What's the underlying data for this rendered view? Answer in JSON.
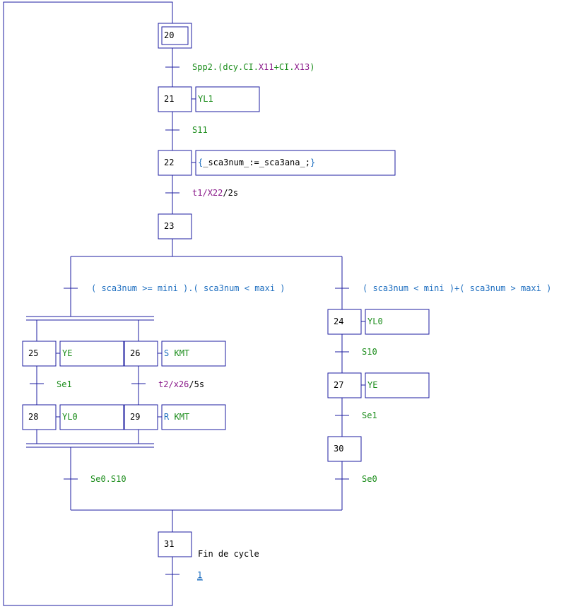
{
  "colors": {
    "line": "#1e1ea0",
    "action_green": "#1a8c1a",
    "keyword_blue": "#1f6fc0",
    "variable_purple": "#8a1a8a",
    "text_black": "#000000"
  },
  "steps": {
    "s20": "20",
    "s21": "21",
    "s22": "22",
    "s23": "23",
    "s24": "24",
    "s25": "25",
    "s26": "26",
    "s27": "27",
    "s28": "28",
    "s29": "29",
    "s30": "30",
    "s31": "31"
  },
  "actions": {
    "a21": "YL1",
    "a22_open": "{",
    "a22_body": "_sca3num_:=_sca3ana_;",
    "a22_close": "}",
    "a24": "YL0",
    "a25": "YE",
    "a26_kw": "S",
    "a26_var": "KMT",
    "a27": "YE",
    "a28": "YL0",
    "a29_kw": "R",
    "a29_var": "KMT"
  },
  "transitions": {
    "t20_21": {
      "p1": "Spp2.(dcy.CI.",
      "p2": "X11",
      "p3": "+CI.",
      "p4": "X13",
      "p5": ")"
    },
    "t21_22": "S11",
    "t22_23": {
      "p1": "t1/",
      "p2": "X22",
      "p3": "/2s"
    },
    "t23_left": "( sca3num >= mini ).( sca3num < maxi )",
    "t23_right": "( sca3num < mini )+( sca3num > maxi )",
    "t24_27": "S10",
    "t25_28": "Se1",
    "t26_29": {
      "p1": "t2/",
      "p2": "x26",
      "p3": "/5s"
    },
    "t27_30": "Se1",
    "t_left_out": "Se0.S10",
    "t30_out": "Se0",
    "t31_20": "1"
  },
  "comments": {
    "c31": "Fin de cycle"
  }
}
